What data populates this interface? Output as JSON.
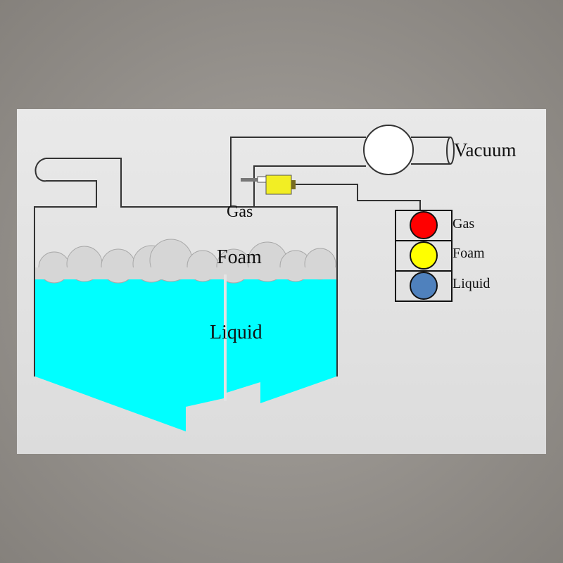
{
  "labels": {
    "gas": "Gas",
    "foam": "Foam",
    "liquid": "Liquid",
    "vacuum": "Vacuum"
  },
  "indicator": {
    "items": [
      {
        "label": "Gas",
        "color": "#ff0000"
      },
      {
        "label": "Foam",
        "color": "#ffff00"
      },
      {
        "label": "Liquid",
        "color": "#4f81bd"
      }
    ]
  },
  "colors": {
    "liquid": "#00ffff",
    "foam": "#d9d9d9",
    "sensor": "#f2ee24"
  }
}
